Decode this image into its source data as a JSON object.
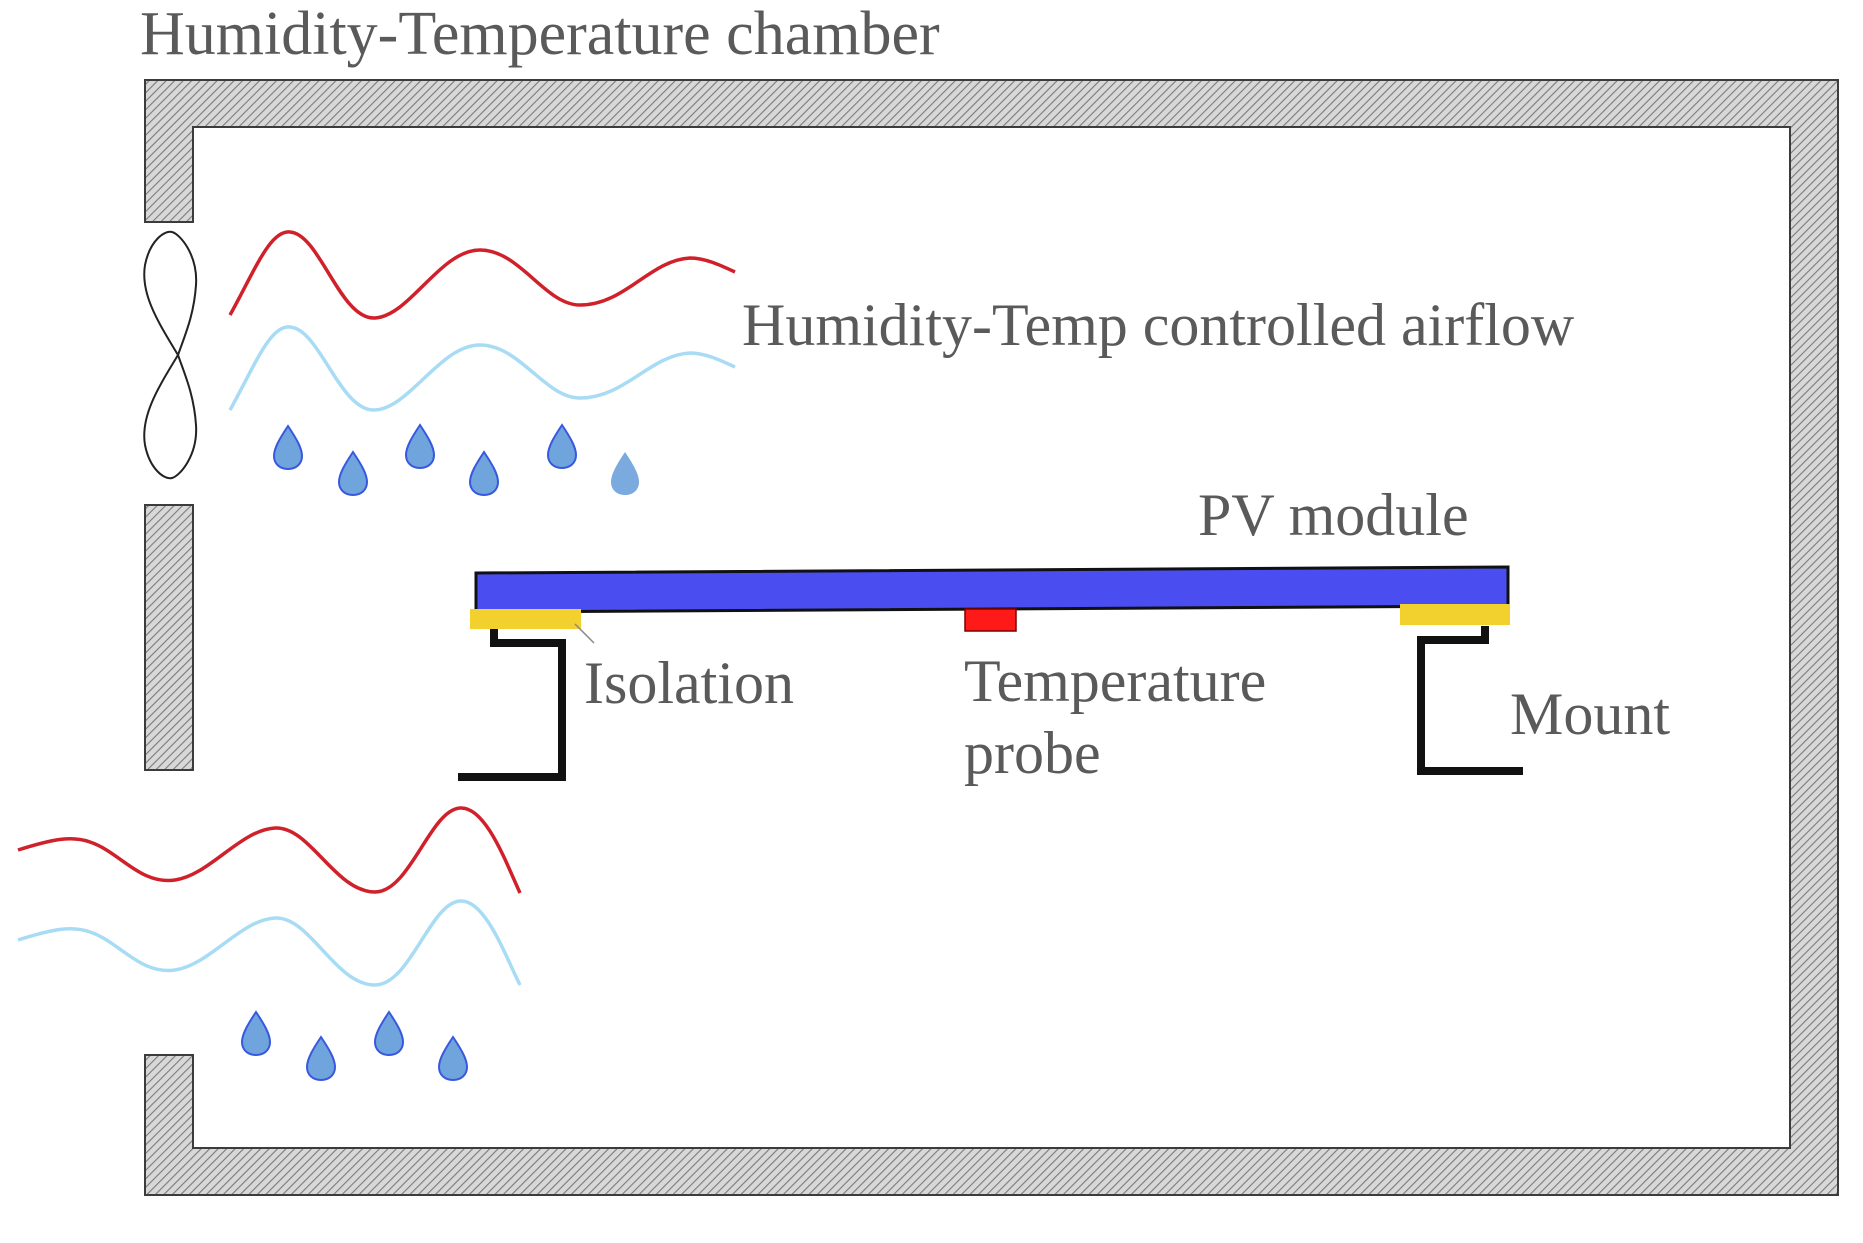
{
  "labels": {
    "chamber": "Humidity-Temperature chamber",
    "airflow": "Humidity-Temp controlled airflow",
    "pv_module": "PV module",
    "isolation": "Isolation",
    "probe": "Temperature\nprobe",
    "mount": "Mount"
  },
  "colors": {
    "chamber_wall": "#9a9a9a",
    "pv_module": "#4a4ef0",
    "isolation": "#f2d12e",
    "probe": "#ff1a1a",
    "warm_airflow": "#d0202a",
    "cool_airflow": "#a8dcf4",
    "droplet": "#6fa4dc",
    "label_text": "#5a5a5a"
  },
  "icons": {
    "fan": "fan-icon",
    "droplet": "water-droplet-icon"
  }
}
